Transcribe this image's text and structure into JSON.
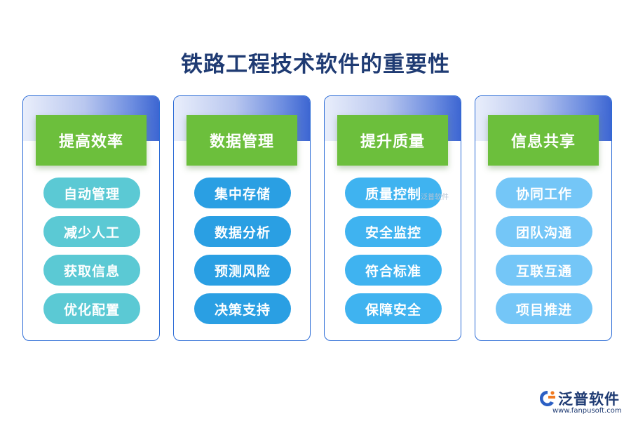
{
  "title": "铁路工程技术软件的重要性",
  "columns": [
    {
      "heading": "提高效率",
      "items": [
        "自动管理",
        "减少人工",
        "获取信息",
        "优化配置"
      ]
    },
    {
      "heading": "数据管理",
      "items": [
        "集中存储",
        "数据分析",
        "预测风险",
        "决策支持"
      ]
    },
    {
      "heading": "提升质量",
      "items": [
        "质量控制",
        "安全监控",
        "符合标准",
        "保障安全"
      ]
    },
    {
      "heading": "信息共享",
      "items": [
        "协同工作",
        "团队沟通",
        "互联互通",
        "项目推进"
      ]
    }
  ],
  "watermark": "泛普软件",
  "logo": {
    "name": "泛普软件",
    "url": "www.fanpusoft.com"
  },
  "colors": {
    "title": "#1f3b73",
    "card_border": "#2b6bd6",
    "heading_bg": "#6cbf3c",
    "pill_col1": "#5bc9d4",
    "pill_col2": "#2a9fe3",
    "pill_col3": "#3fb3f0",
    "pill_col4": "#74c6f7"
  }
}
